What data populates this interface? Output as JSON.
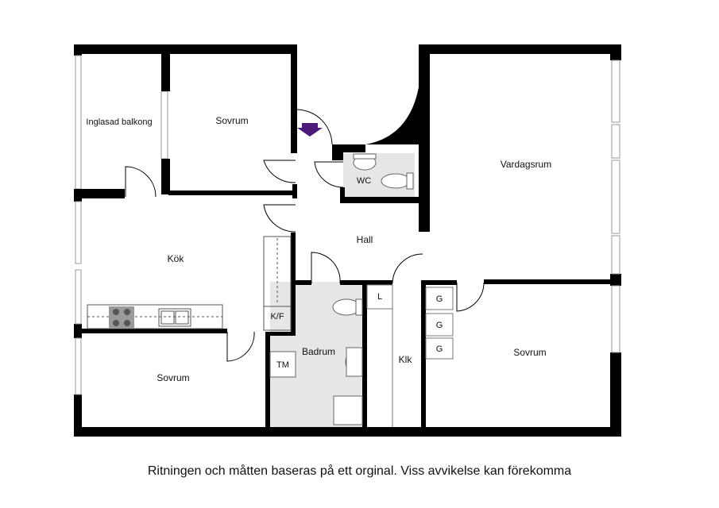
{
  "rooms": {
    "balcony": "Inglasad balkong",
    "bedroom_top": "Sovrum",
    "living": "Vardagsrum",
    "wc": "WC",
    "hall": "Hall",
    "kitchen": "Kök",
    "bathroom": "Badrum",
    "closet": "Klk",
    "bedroom_bottom_left": "Sovrum",
    "bedroom_bottom_right": "Sovrum"
  },
  "fixtures": {
    "fridge_freezer": "K/F",
    "dryer": "TM",
    "linen": "L",
    "wardrobe_1": "G",
    "wardrobe_2": "G",
    "wardrobe_3": "G"
  },
  "entrance_arrow_color": "#4b1a7a",
  "bathroom_floor_color": "#e6e6e6",
  "caption": "Ritningen och måtten baseras på ett orginal. Viss avvikelse kan förekomma"
}
